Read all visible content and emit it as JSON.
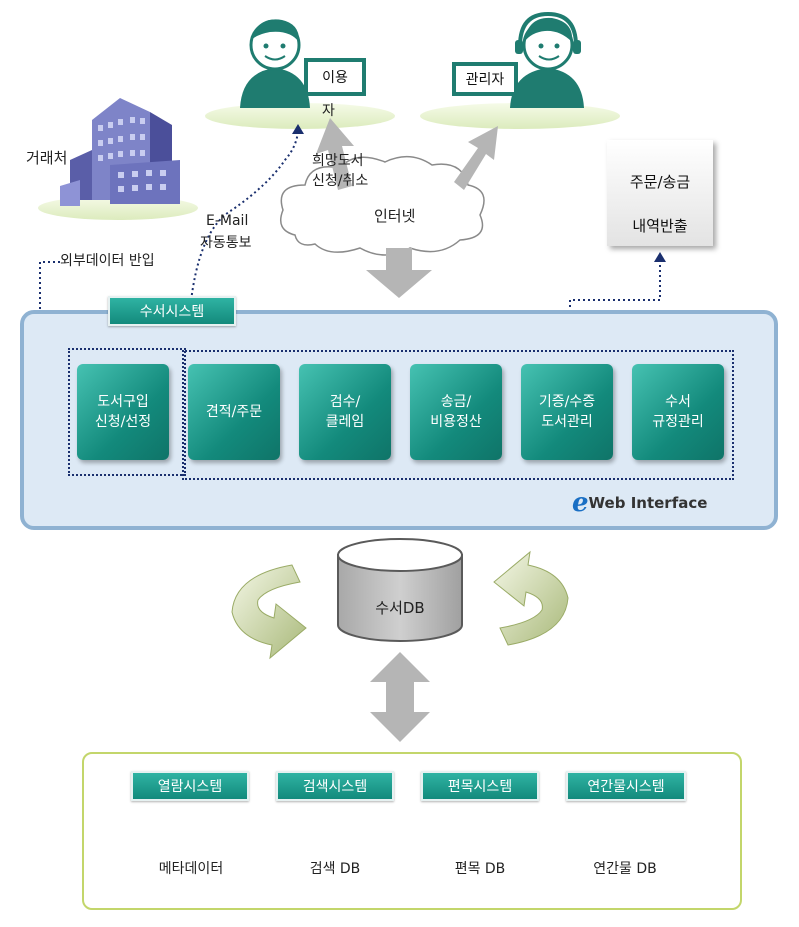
{
  "actors": {
    "user_screen": "이용",
    "user_screen_sub": "자",
    "admin_screen": "관리자",
    "vendor": "거래처"
  },
  "flows": {
    "request_line1": "희망도서",
    "request_line2": "신청/취소",
    "internet": "인터넷",
    "email_line1": "E-Mail",
    "email_line2": "자동통보",
    "import_data": "외부데이터 반입",
    "order_report_line1": "주문/송금",
    "order_report_line2": "내역반출"
  },
  "system": {
    "title": "수서시스템",
    "modules": [
      "도서구입\n신청/선정",
      "견적/주문",
      "검수/\n클레임",
      "송금/\n비용정산",
      "기증/수증\n도서관리",
      "수서\n규정관리"
    ],
    "web_interface": "Web Interface",
    "web_logo_letter": "e"
  },
  "central_db": {
    "label": "수서DB"
  },
  "subsystems": [
    {
      "name": "열람시스템",
      "db": "메타데이터"
    },
    {
      "name": "검색시스템",
      "db": "검색 DB"
    },
    {
      "name": "편목시스템",
      "db": "편목 DB"
    },
    {
      "name": "연간물시스템",
      "db": "연간물 DB"
    }
  ],
  "colors": {
    "teal": "#138a7c",
    "panel": "#dde9f5",
    "panel_border": "#8fb2d2",
    "dotted": "#1a2f6e",
    "lime_border": "#c3d66b"
  }
}
